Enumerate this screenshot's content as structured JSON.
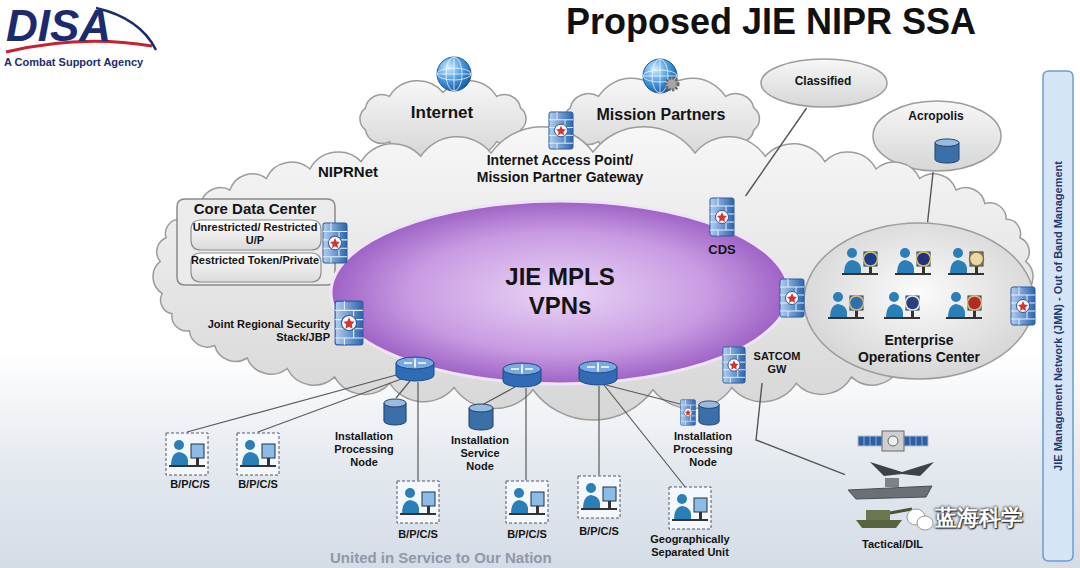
{
  "diagram": {
    "title": "Proposed JIE NIPR SSA",
    "nodes": [
      {
        "text": [
          "Internet"
        ]
      },
      {
        "text": [
          "Mission Partners"
        ]
      },
      {
        "text": [
          "Classified"
        ]
      },
      {
        "text": [
          "Acropolis"
        ]
      },
      {
        "text": [
          "NIPRNet"
        ]
      },
      {
        "text": [
          "Internet Access Point/ Mission Partner Gateway"
        ],
        "in": 4
      },
      {
        "text": [
          "Core Data Center"
        ],
        "in": 4
      },
      {
        "text": [
          "Unrestricted/ Restricted U/P"
        ],
        "in": 6
      },
      {
        "text": [
          "Restricted Token/Private"
        ],
        "in": 6
      },
      {
        "text": [
          "CDS"
        ],
        "in": 4
      },
      {
        "text": [
          "JIE MPLS VPNs"
        ],
        "in": 4
      },
      {
        "text": [
          "Joint Regional Security Stack/JBP"
        ],
        "in": 4
      },
      {
        "text": [
          "Enterprise Operations Center"
        ]
      },
      {
        "text": [
          "SATCOM GW"
        ],
        "in": 4
      },
      {
        "text": [
          "Installation Processing Node"
        ]
      },
      {
        "text": [
          "Installation Service Node"
        ]
      },
      {
        "text": [
          "Installation Processing Node"
        ]
      },
      {
        "text": [
          "B/P/C/S"
        ]
      },
      {
        "text": [
          "B/P/C/S"
        ]
      },
      {
        "text": [
          "B/P/C/S"
        ]
      },
      {
        "text": [
          "B/P/C/S"
        ]
      },
      {
        "text": [
          "B/P/C/S"
        ]
      },
      {
        "text": [
          "Geographically Separated Unit"
        ]
      },
      {
        "text": [
          "Tactical/DIL"
        ]
      },
      {
        "text": [
          "JIE Management Network (JMN) - Out of Band Management"
        ]
      }
    ],
    "edges": [
      {
        "from": 9,
        "to": 2,
        "arrow": "none"
      },
      {
        "from": 12,
        "to": 3,
        "arrow": "none"
      },
      {
        "from": 13,
        "to": 23,
        "arrow": "none"
      }
    ],
    "labels": [
      "DISA",
      "A Combat Support Agency",
      "蓝海科学",
      "United in Service to Our Nation"
    ]
  }
}
